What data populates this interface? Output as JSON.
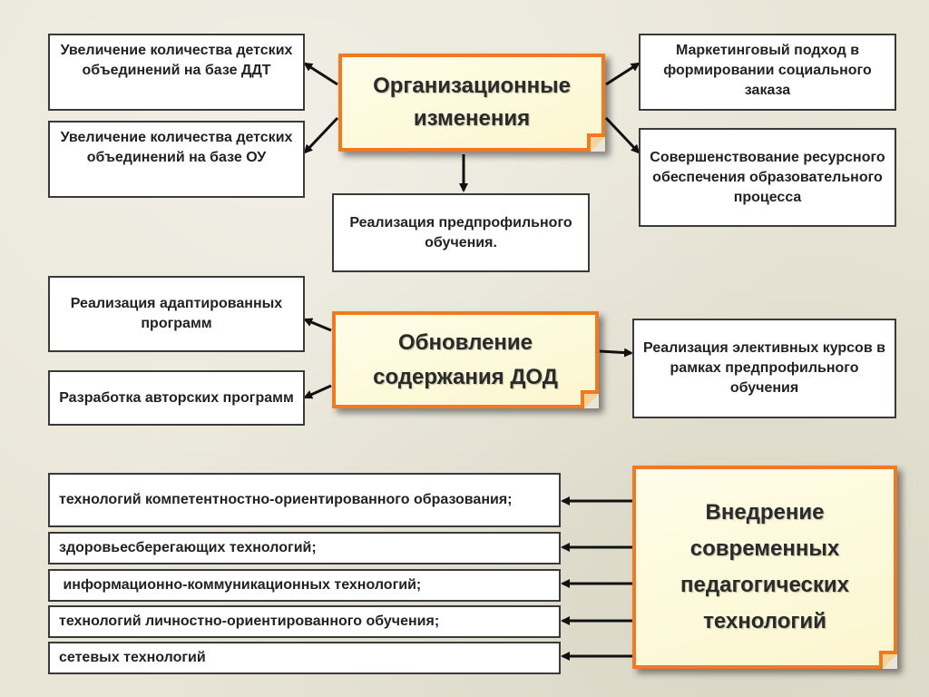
{
  "hubs": {
    "org": "Организационные изменения",
    "content": "Обновление содержания ДОД",
    "tech": "Внедрение современных педагогических технологий"
  },
  "org_boxes": {
    "ddt": "Увеличение количества детских объединений на базе ДДТ",
    "ou": "Увеличение количества детских объединений на базе ОУ",
    "prof": "Реализация предпрофильного обучения.",
    "marketing": "Маркетинговый подход в формировании социального заказа",
    "resource": "Совершенствование ресурсного обеспечения образовательного процесса"
  },
  "content_boxes": {
    "adapted": "Реализация адаптированных программ",
    "author": "Разработка авторских программ",
    "elective": "Реализация элективных курсов в рамках предпрофильного обучения"
  },
  "tech_items": [
    "технологий компетентностно-ориентированного образования;",
    "здоровьесберегающих технологий;",
    " информационно-коммуникационных технологий;",
    "технологий личностно-ориентированного обучения;",
    "сетевых технологий"
  ],
  "colors": {
    "hub_border": "#f07a22",
    "hub_fill": "#fbf6cf",
    "box_border": "#3a3a3a",
    "background": "#e9e6d8"
  }
}
